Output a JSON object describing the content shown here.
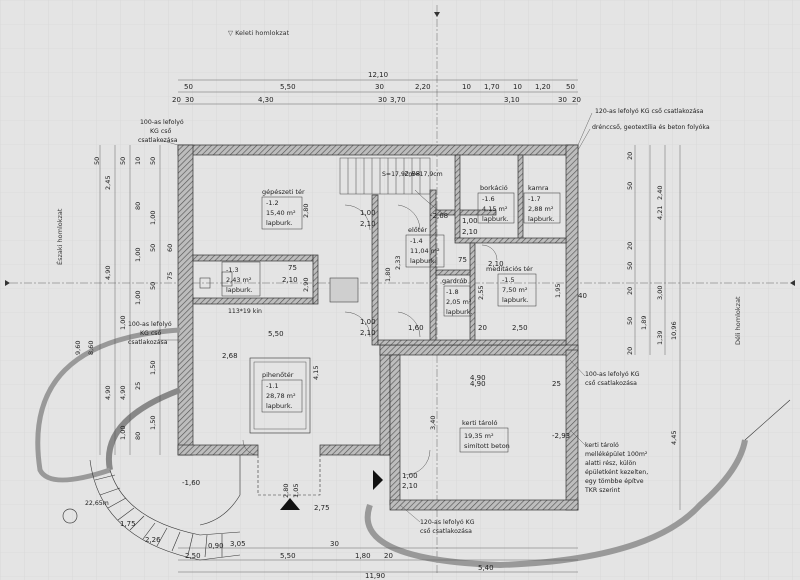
{
  "orientation": {
    "east": "Keleti homlokzat",
    "north": "Északi homlokzat",
    "south": "Déli homlokzat"
  },
  "notes": {
    "gutter_tl": [
      "100-as lefolyó",
      "KG cső",
      "csatlakozása"
    ],
    "gutter_tr": "120-as lefolyó KG cső csatlakozása",
    "drainage": "drénccső, geotextília és beton folyóka",
    "gutter_ml": [
      "100-as lefolyó",
      "KG cső",
      "csatlakozása"
    ],
    "gutter_mr": [
      "100-as lefolyó KG",
      "cső csatlakozása"
    ],
    "gutter_b": [
      "120-as lefolyó KG",
      "cső csatlakozása"
    ],
    "shed_note": [
      "kerti tároló",
      "melléképület 100m²",
      "alatti rész, külön",
      "épületként kezelten,",
      "egy tömbbe építve",
      "TKR szerint"
    ],
    "stair": "S=17,9cm=17,9cm",
    "slab": "113*19 kin",
    "radius": "22,65m"
  },
  "rooms": [
    {
      "id": "-1.2",
      "name": "gépészeti tér",
      "area": "15,40 m²",
      "floor": "lapburk."
    },
    {
      "id": "-1.3",
      "name": "",
      "area": "2,43 m²",
      "floor": "lapburk."
    },
    {
      "id": "-1.4",
      "name": "előtér",
      "area": "11,04 m²",
      "floor": "lapburk."
    },
    {
      "id": "-1.6",
      "name": "borkáció",
      "area": "4,15 m²",
      "floor": "lapburk."
    },
    {
      "id": "-1.7",
      "name": "kamra",
      "area": "2,88 m²",
      "floor": "lapburk."
    },
    {
      "id": "-1.8",
      "name": "gardrób",
      "area": "2,05 m²",
      "floor": "lapburk."
    },
    {
      "id": "-1.5",
      "name": "meditációs tér",
      "area": "7,50 m²",
      "floor": "lapburk."
    },
    {
      "id": "-1.1",
      "name": "pihenőtér",
      "area": "28,78 m²",
      "floor": "lapburk."
    },
    {
      "id": "",
      "name": "kerti tároló",
      "area": "19,35 m²",
      "floor": "simított beton"
    }
  ],
  "dims_top": {
    "overall": "12,10",
    "row1": [
      "50",
      "5,50",
      "30",
      "2,20",
      "10",
      "1,70",
      "10",
      "1,20",
      "50"
    ],
    "row2": [
      "20",
      "30",
      "4,30",
      "30",
      "3,70",
      "3,10",
      "30",
      "20"
    ]
  },
  "dims_left": {
    "outer": [
      "9,60",
      "8,60"
    ],
    "middle": [
      "2,45",
      "4,90",
      "4,90",
      "4,90"
    ],
    "inner": [
      "50",
      "50",
      "10",
      "50",
      "80",
      "1,00",
      "1,00",
      "50",
      "60",
      "75",
      "50",
      "1,00",
      "1,00",
      "1,50",
      "25",
      "1,50",
      "80",
      "1,00"
    ]
  },
  "dims_right": {
    "outer": [
      "10,96",
      "4,45"
    ],
    "col2": [
      "4,21",
      "1,89"
    ],
    "col3": [
      "2,40",
      "3,00",
      "1,39"
    ],
    "col1": [
      "20",
      "50",
      "20",
      "50",
      "20",
      "50",
      "20"
    ]
  },
  "dims_bottom": {
    "row1": [
      "3,05",
      "30",
      "4,90",
      "25"
    ],
    "row2": [
      "2,50",
      "5,50",
      "1,80",
      "20",
      "5,40"
    ],
    "overall": "11,90"
  },
  "interior_dims": [
    "5,50",
    "4,90",
    "1,00",
    "2,10",
    "1,00",
    "2,10",
    "1,00",
    "2,10",
    "1,60",
    "20",
    "2,50",
    "2,80",
    "1,80",
    "2,90",
    "2,55",
    "2,33",
    "75",
    "2,10",
    "75",
    "40",
    "1,00",
    "2,10",
    "2,10",
    "2,80",
    "1,05",
    "3,40",
    "4,15",
    "2,68",
    "-2,68",
    "-2,93",
    "-1,60",
    "2,75",
    "1,75",
    "2,26",
    "0,90",
    "-2,88",
    "1,95"
  ]
}
